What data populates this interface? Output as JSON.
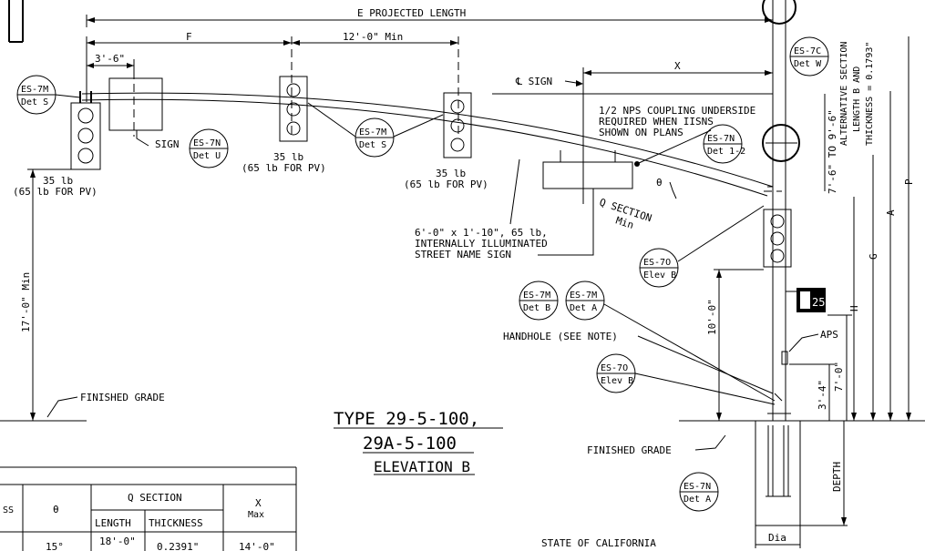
{
  "dims": {
    "e_projected_length": "E PROJECTED LENGTH",
    "f": "F",
    "twelve_min": "12'-0\" Min",
    "three_six": "3'-6\"",
    "x": "X",
    "seventeen_min": "17'-0\" Min",
    "ten": "10'-0\"",
    "seven_zero": "7'-0\"",
    "three_four": "3'-4\"",
    "seven_six_nine_six": "7'-6\" TO 9'-6\"",
    "a": "A",
    "g": "G",
    "h": "H",
    "p": "P",
    "depth": "DEPTH",
    "dia": "Dia",
    "theta": "θ"
  },
  "labels": {
    "sign_cl": "℄ SIGN",
    "sign": "SIGN",
    "weight_1": "35 lb",
    "weight_1b": "(65 lb FOR PV)",
    "weight_2": "35 lb",
    "weight_2b": "(65 lb FOR PV)",
    "weight_3": "35 lb",
    "weight_3b": "(65 lb FOR PV)",
    "coupling_1": "1/2 NPS COUPLING UNDERSIDE",
    "coupling_2": "REQUIRED WHEN IISNS",
    "coupling_3": "SHOWN ON PLANS",
    "q_section": "Q SECTION",
    "q_min": "Min",
    "street_sign_1": "6'-0\" x 1'-10\", 65 lb,",
    "street_sign_2": "INTERNALLY ILLUMINATED",
    "street_sign_3": "STREET NAME SIGN",
    "handhole": "HANDHOLE (SEE NOTE)",
    "aps": "APS",
    "finished_grade_left": "FINISHED GRADE",
    "finished_grade_right": "FINISHED GRADE",
    "alt_section_1": "ALTERNATIVE SECTION",
    "alt_section_2": "LENGTH B AND",
    "alt_section_3": "THICKNESS = 0.1793\"",
    "ped_countdown": "25",
    "footer_state": "STATE OF CALIFORNIA"
  },
  "title": {
    "line1": "TYPE 29-5-100,",
    "line2": "29A-5-100",
    "line3": "ELEVATION B"
  },
  "callouts": [
    {
      "top": "ES-7M",
      "bottom": "Det S"
    },
    {
      "top": "ES-7N",
      "bottom": "Det U"
    },
    {
      "top": "ES-7M",
      "bottom": "Det S"
    },
    {
      "top": "ES-7C",
      "bottom": "Det W"
    },
    {
      "top": "ES-7N",
      "bottom": "Det 1-2"
    },
    {
      "top": "ES-7O",
      "bottom": "Elev B"
    },
    {
      "top": "ES-7M",
      "bottom": "Det B"
    },
    {
      "top": "ES-7M",
      "bottom": "Det A"
    },
    {
      "top": "ES-7O",
      "bottom": "Elev B"
    },
    {
      "top": "ES-7N",
      "bottom": "Det A"
    }
  ],
  "table": {
    "header_ss": "SS",
    "header_theta": "θ",
    "header_q_section": "Q SECTION",
    "header_length": "LENGTH",
    "header_thickness": "THICKNESS",
    "header_x": "X",
    "header_x_sub": "Max",
    "row1": {
      "theta": "15°",
      "length": "18'-0\"",
      "thickness": "0.2391\"",
      "x": "14'-0\""
    }
  }
}
